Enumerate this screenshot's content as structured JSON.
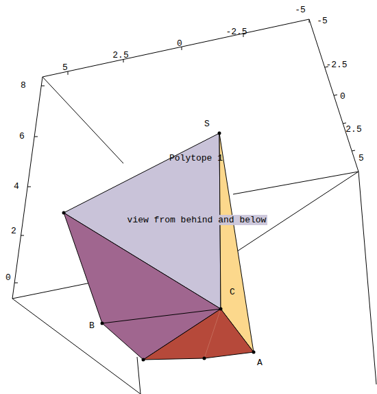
{
  "diagram": {
    "labels": [
      "5",
      "2.5",
      "0",
      "-2.5",
      "-5",
      "-5",
      "-2.5",
      "0",
      "2.5",
      "5",
      "8",
      "6",
      "4",
      "2",
      "0",
      "S",
      "Polytope 1",
      "view from behind and below",
      "B",
      "C",
      "A"
    ]
  }
}
